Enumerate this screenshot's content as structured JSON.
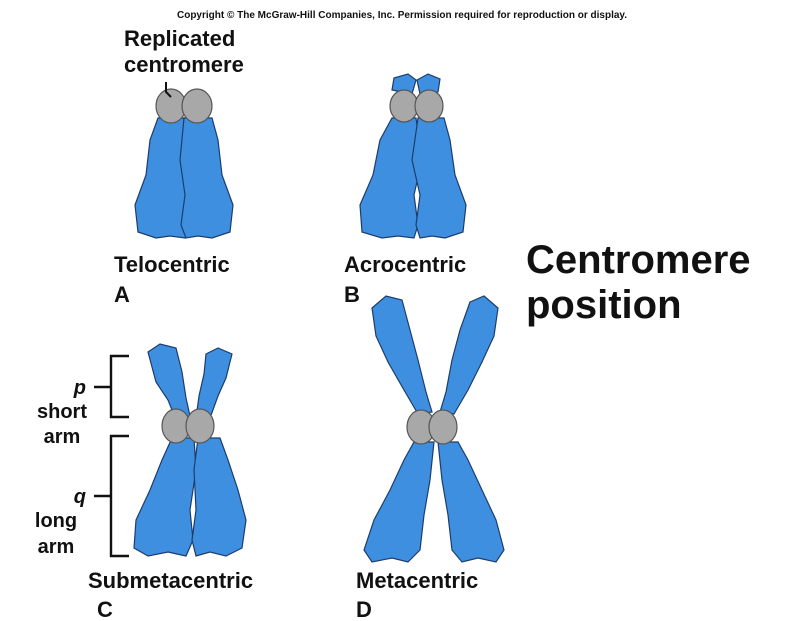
{
  "copyright": "Copyright © The McGraw-Hill Companies, Inc. Permission required for reproduction or display.",
  "heading": {
    "line1": "Centromere",
    "line2": "position"
  },
  "callout": {
    "line1": "Replicated",
    "line2": "centromere"
  },
  "chromosomes": [
    {
      "name": "Telocentric",
      "letter": "A"
    },
    {
      "name": "Acrocentric",
      "letter": "B"
    },
    {
      "name": "Submetacentric",
      "letter": "C"
    },
    {
      "name": "Metacentric",
      "letter": "D"
    }
  ],
  "arms": {
    "p_letter": "p",
    "p_line1": "short",
    "p_line2": "arm",
    "q_letter": "q",
    "q_line1": "long",
    "q_line2": "arm"
  },
  "colors": {
    "chromatid": "#3f8fe0",
    "centromere": "#a8a8a8"
  }
}
